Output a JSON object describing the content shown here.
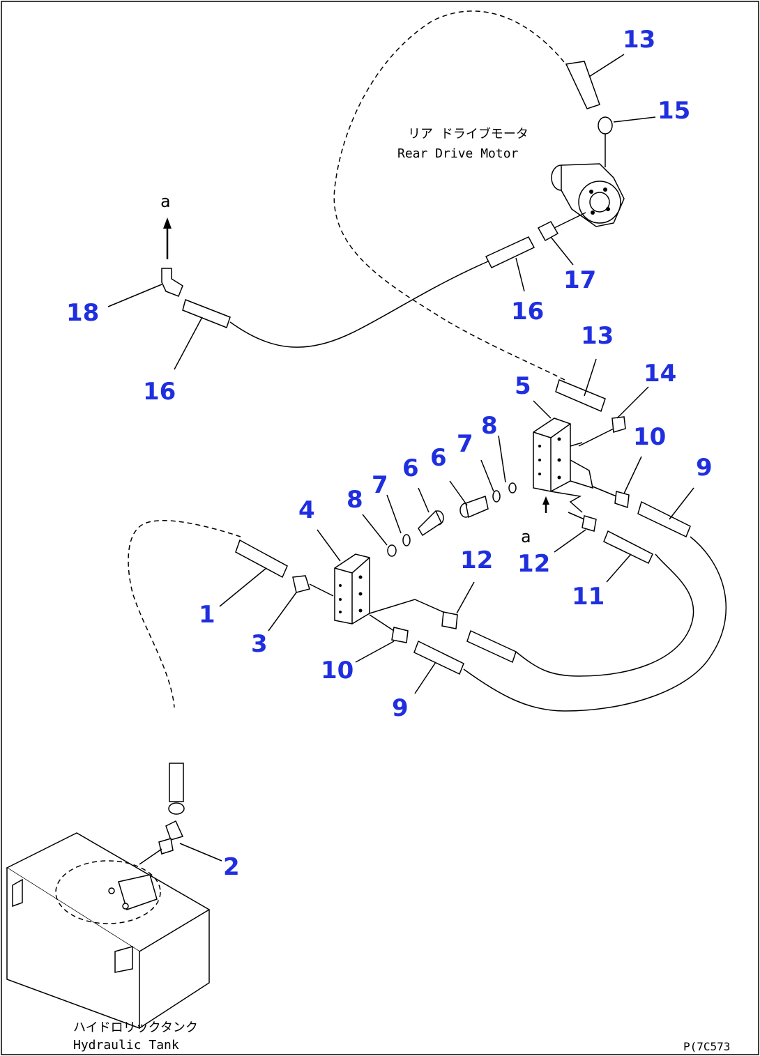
{
  "drawing": {
    "part_code": "P(7C573",
    "view_marker": "a"
  },
  "labels": {
    "rear_motor_jp": "リア ドライブモータ",
    "rear_motor_en": "Rear Drive Motor",
    "tank_jp": "ハイドロリックタンク",
    "tank_en": "Hydraulic Tank"
  },
  "callouts": [
    {
      "id": "c13a",
      "text": "13"
    },
    {
      "id": "c15",
      "text": "15"
    },
    {
      "id": "c17",
      "text": "17"
    },
    {
      "id": "c16a",
      "text": "16"
    },
    {
      "id": "c18",
      "text": "18"
    },
    {
      "id": "c16b",
      "text": "16"
    },
    {
      "id": "c13b",
      "text": "13"
    },
    {
      "id": "c5",
      "text": "5"
    },
    {
      "id": "c14",
      "text": "14"
    },
    {
      "id": "c10a",
      "text": "10"
    },
    {
      "id": "c9a",
      "text": "9"
    },
    {
      "id": "c8a",
      "text": "8"
    },
    {
      "id": "c7a",
      "text": "7"
    },
    {
      "id": "c6a",
      "text": "6"
    },
    {
      "id": "c6b",
      "text": "6"
    },
    {
      "id": "c7b",
      "text": "7"
    },
    {
      "id": "c8b",
      "text": "8"
    },
    {
      "id": "c4",
      "text": "4"
    },
    {
      "id": "c12a",
      "text": "12"
    },
    {
      "id": "c12b",
      "text": "12"
    },
    {
      "id": "c11",
      "text": "11"
    },
    {
      "id": "c1",
      "text": "1"
    },
    {
      "id": "c3",
      "text": "3"
    },
    {
      "id": "c10b",
      "text": "10"
    },
    {
      "id": "c9b",
      "text": "9"
    },
    {
      "id": "c2",
      "text": "2"
    }
  ]
}
